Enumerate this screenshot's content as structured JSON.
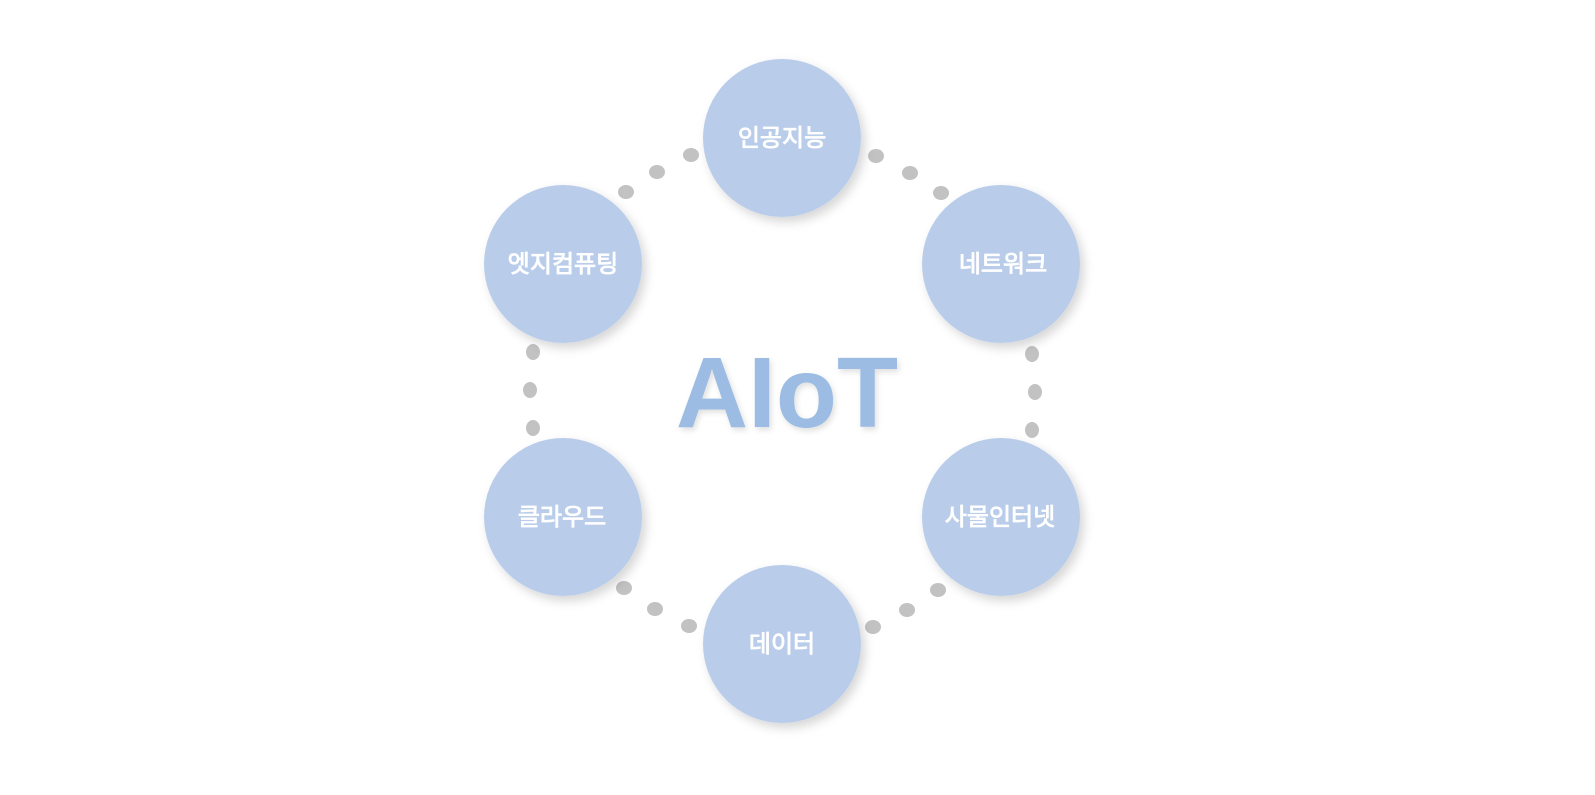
{
  "center_title": "AIoT",
  "nodes": [
    {
      "label": "인공지능"
    },
    {
      "label": "네트워크"
    },
    {
      "label": "사물인터넷"
    },
    {
      "label": "데이터"
    },
    {
      "label": "클라우드"
    },
    {
      "label": "엣지컴퓨팅"
    }
  ],
  "colors": {
    "node_fill": "#b9cdea",
    "node_text": "#ffffff",
    "title": "#9cbce3",
    "dots": "#c2c2c2",
    "background": "#ffffff"
  }
}
